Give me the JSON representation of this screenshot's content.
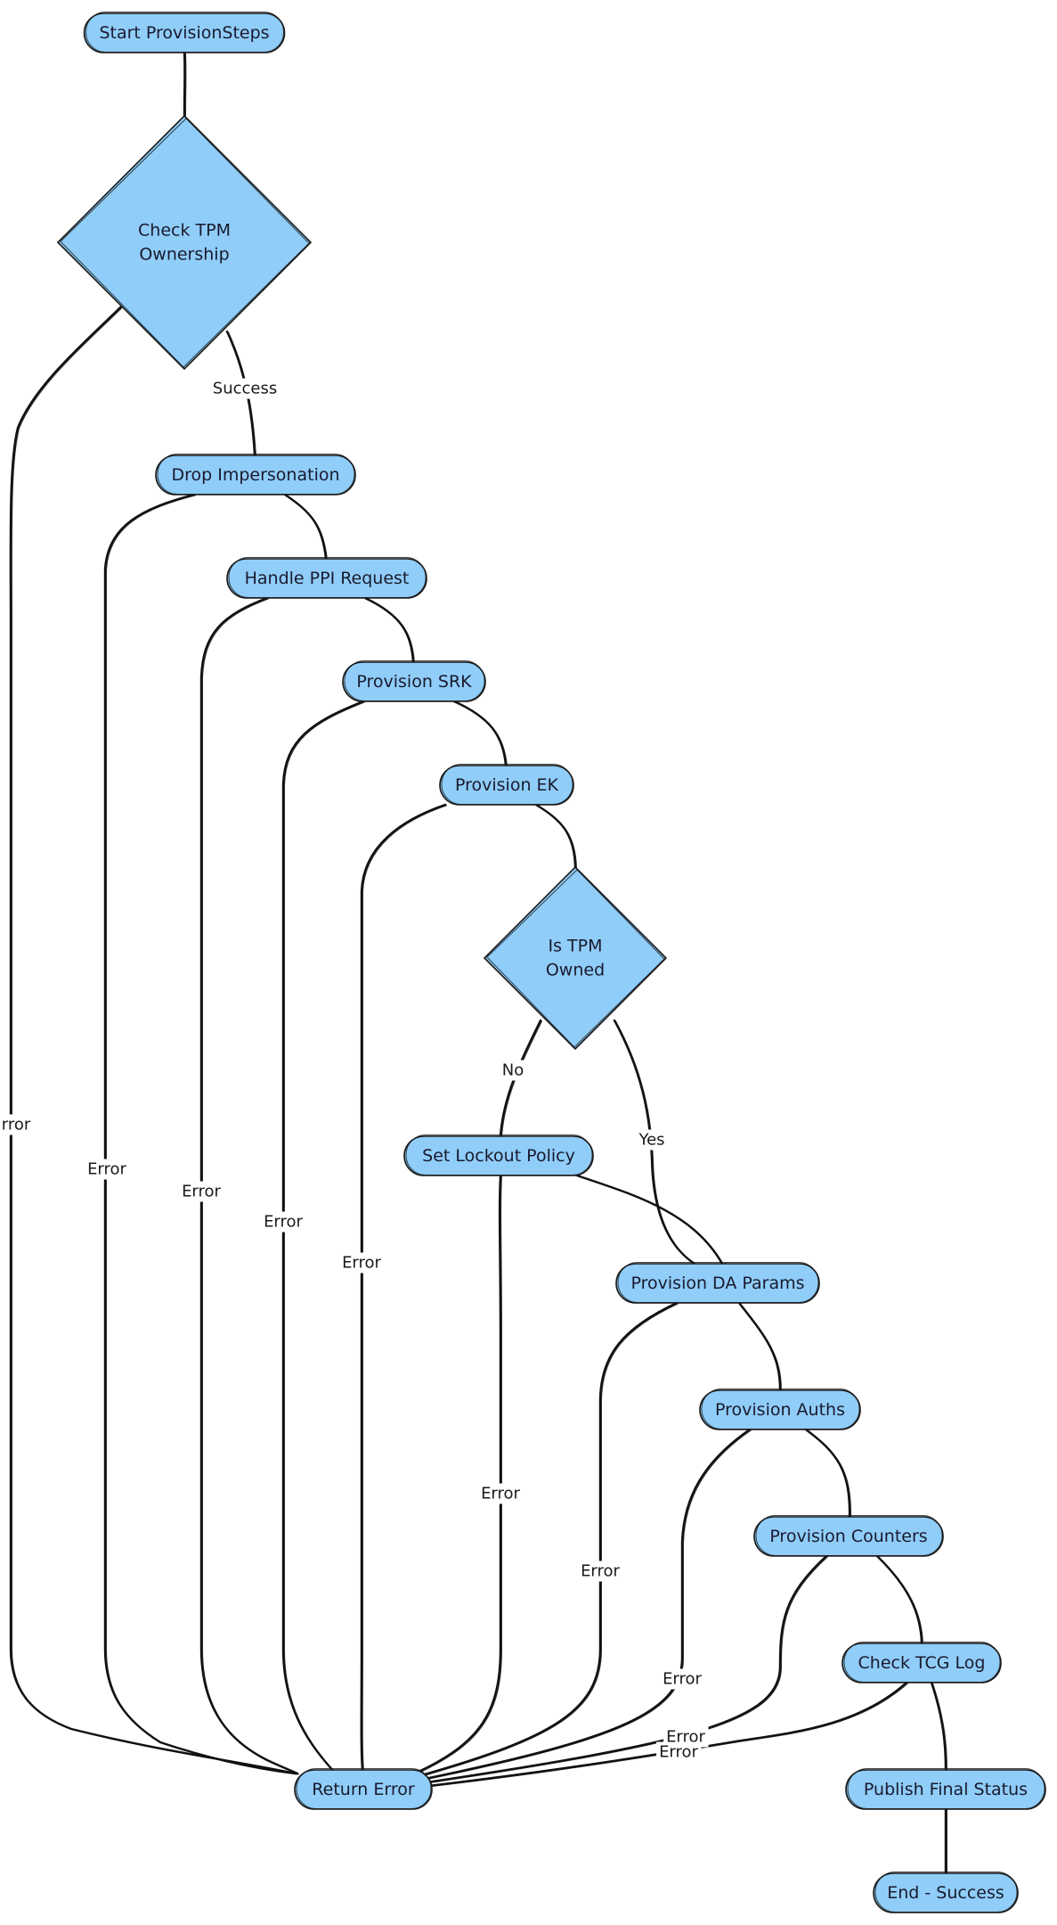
{
  "colors": {
    "node_fill": "#90cdf9",
    "stroke": "#111111"
  },
  "nodes": [
    {
      "id": "start",
      "label": "Start ProvisionSteps",
      "shape": "pill"
    },
    {
      "id": "check_ownership",
      "label": [
        "Check TPM",
        "Ownership"
      ],
      "shape": "diamond"
    },
    {
      "id": "drop_impersonation",
      "label": "Drop Impersonation",
      "shape": "pill"
    },
    {
      "id": "handle_ppi",
      "label": "Handle PPI Request",
      "shape": "pill"
    },
    {
      "id": "provision_srk",
      "label": "Provision SRK",
      "shape": "pill"
    },
    {
      "id": "provision_ek",
      "label": "Provision EK",
      "shape": "pill"
    },
    {
      "id": "is_tpm_owned",
      "label": [
        "Is TPM",
        "Owned"
      ],
      "shape": "diamond"
    },
    {
      "id": "set_lockout",
      "label": "Set Lockout Policy",
      "shape": "pill"
    },
    {
      "id": "provision_da",
      "label": "Provision DA Params",
      "shape": "pill"
    },
    {
      "id": "provision_auths",
      "label": "Provision Auths",
      "shape": "pill"
    },
    {
      "id": "provision_counters",
      "label": "Provision Counters",
      "shape": "pill"
    },
    {
      "id": "check_tcg",
      "label": "Check TCG Log",
      "shape": "pill"
    },
    {
      "id": "publish",
      "label": "Publish Final Status",
      "shape": "pill"
    },
    {
      "id": "end",
      "label": "End - Success",
      "shape": "pill"
    },
    {
      "id": "return_error",
      "label": "Return Error",
      "shape": "pill"
    }
  ],
  "edges": [
    {
      "from": "start",
      "to": "check_ownership",
      "label": ""
    },
    {
      "from": "check_ownership",
      "to": "drop_impersonation",
      "label": "Success"
    },
    {
      "from": "check_ownership",
      "to": "return_error",
      "label": "rror"
    },
    {
      "from": "drop_impersonation",
      "to": "handle_ppi",
      "label": ""
    },
    {
      "from": "drop_impersonation",
      "to": "return_error",
      "label": "Error"
    },
    {
      "from": "handle_ppi",
      "to": "provision_srk",
      "label": ""
    },
    {
      "from": "handle_ppi",
      "to": "return_error",
      "label": "Error"
    },
    {
      "from": "provision_srk",
      "to": "provision_ek",
      "label": ""
    },
    {
      "from": "provision_srk",
      "to": "return_error",
      "label": "Error"
    },
    {
      "from": "provision_ek",
      "to": "is_tpm_owned",
      "label": ""
    },
    {
      "from": "provision_ek",
      "to": "return_error",
      "label": "Error"
    },
    {
      "from": "is_tpm_owned",
      "to": "set_lockout",
      "label": "No"
    },
    {
      "from": "is_tpm_owned",
      "to": "provision_da",
      "label": "Yes"
    },
    {
      "from": "set_lockout",
      "to": "provision_da",
      "label": ""
    },
    {
      "from": "set_lockout",
      "to": "return_error",
      "label": "Error"
    },
    {
      "from": "provision_da",
      "to": "provision_auths",
      "label": ""
    },
    {
      "from": "provision_da",
      "to": "return_error",
      "label": "Error"
    },
    {
      "from": "provision_auths",
      "to": "provision_counters",
      "label": ""
    },
    {
      "from": "provision_auths",
      "to": "return_error",
      "label": "Error"
    },
    {
      "from": "provision_counters",
      "to": "check_tcg",
      "label": ""
    },
    {
      "from": "provision_counters",
      "to": "return_error",
      "label": "Error"
    },
    {
      "from": "check_tcg",
      "to": "publish",
      "label": ""
    },
    {
      "from": "check_tcg",
      "to": "return_error",
      "label": "Error"
    },
    {
      "from": "publish",
      "to": "end",
      "label": ""
    }
  ]
}
